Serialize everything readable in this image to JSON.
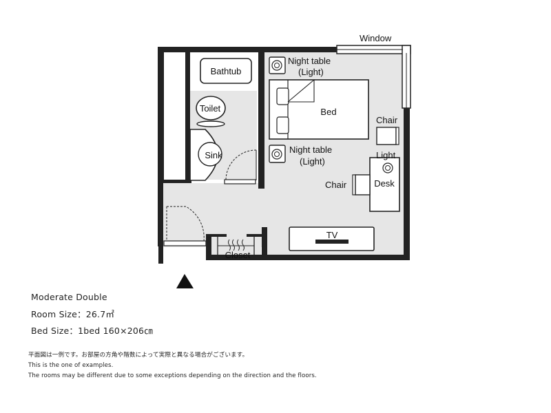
{
  "plan": {
    "window": "Window",
    "bathtub": "Bathtub",
    "toilet": "Toilet",
    "sink": "Sink",
    "night_table_top": [
      "Night table",
      "(Light)"
    ],
    "night_table_bottom": [
      "Night table",
      "(Light)"
    ],
    "bed": "Bed",
    "chair_right": "Chair",
    "light": "Light",
    "chair_left": "Chair",
    "desk": "Desk",
    "tv": "TV",
    "closet": "Closet"
  },
  "info": {
    "room_type": "Moderate Double",
    "room_size": "Room Size：26.7㎡",
    "bed_size": "Bed Size：1bed 160×206㎝"
  },
  "notes": {
    "japanese": "平面図は一例です。お部屋の方角や階数によって実際と異なる場合がございます。",
    "english_1": "This is the one of examples.",
    "english_2": "The rooms may be different due to some exceptions depending on the direction and the floors."
  }
}
